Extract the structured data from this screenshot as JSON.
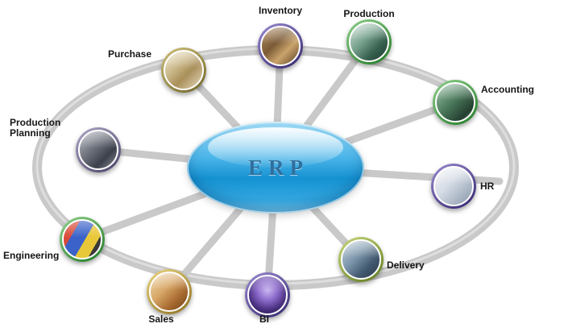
{
  "diagram": {
    "center": {
      "label": "ERP"
    },
    "nodes": [
      {
        "label": "Inventory",
        "icon": "inventory-photo-icon",
        "ring_color": "#32246e"
      },
      {
        "label": "Production",
        "icon": "production-photo-icon",
        "ring_color": "#1f7a24"
      },
      {
        "label": "Accounting",
        "icon": "accounting-photo-icon",
        "ring_color": "#1f7a24"
      },
      {
        "label": "HR",
        "icon": "hr-photo-icon",
        "ring_color": "#32246e"
      },
      {
        "label": "Delivery",
        "icon": "delivery-photo-icon",
        "ring_color": "#5f7a1e"
      },
      {
        "label": "BI",
        "icon": "bi-photo-icon",
        "ring_color": "#32246e"
      },
      {
        "label": "Sales",
        "icon": "sales-photo-icon",
        "ring_color": "#8a6f1e"
      },
      {
        "label": "Engineering",
        "icon": "engineering-photo-icon",
        "ring_color": "#1f7a24"
      },
      {
        "label": "Production Planning",
        "icon": "production-planning-photo-icon",
        "ring_color": "#453f66"
      },
      {
        "label": "Purchase",
        "icon": "purchase-photo-icon",
        "ring_color": "#6e6426"
      }
    ],
    "colors": {
      "background": "#ffffff",
      "orbit_ring": "#c9c9c9",
      "spoke": "#c9c9c9",
      "hub_blue_light": "#a3def7",
      "hub_blue_dark": "#1592d2",
      "hub_text": "#2e6f9e",
      "label_text": "#161616"
    }
  }
}
